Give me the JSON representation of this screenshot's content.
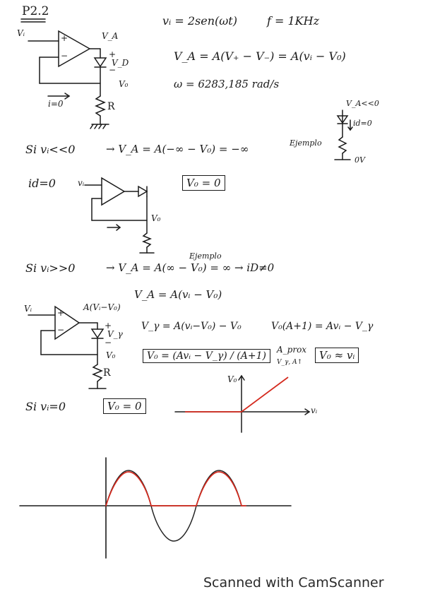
{
  "header": {
    "problem_label": "P2.2",
    "given_vi": "vᵢ = 2sen(ωt)",
    "given_f": "f = 1KHz",
    "eq_va": "V_A = A(V₊ − V₋) = A(vᵢ − V₀)",
    "eq_w": "ω = 6283,185 rad/s"
  },
  "circuit1": {
    "vi": "Vᵢ",
    "plus": "+",
    "minus": "−",
    "va": "V_A",
    "vd_plus": "+",
    "vd": "V_D",
    "vd_minus": "−",
    "vo": "V₀",
    "current": "i=0",
    "r": "R"
  },
  "side_note": {
    "cond": "V_A<<0",
    "id": "id=0",
    "gnd": "0V"
  },
  "case_neg": {
    "cond": "Si vᵢ<<0",
    "result": "→ V_A = A(−∞ − V₀) = −∞",
    "example": "Ejemplo",
    "id": "id=0",
    "vi": "vᵢ",
    "vo_small": "V₀",
    "boxed": "V₀ = 0"
  },
  "case_pos": {
    "example": "Ejemplo",
    "cond": "Si vᵢ>>0",
    "result": "→ V_A = A(∞ − V₀) = ∞ → iD≠0",
    "va_eq": "V_A = A(vᵢ − V₀)"
  },
  "circuit2": {
    "vi": "Vᵢ",
    "plus": "+",
    "minus": "−",
    "va": "A(Vᵢ−V₀)",
    "vg_plus": "+",
    "vg": "V_γ",
    "vg_minus": "−",
    "vo": "V₀",
    "r": "R"
  },
  "equations2": {
    "eq1": "V_γ = A(vᵢ−V₀) − V₀",
    "eq2": "V₀(A+1) = Avᵢ − V_γ",
    "boxed1": "V₀ = (Avᵢ − V_γ) / (A+1)",
    "approx": "A_prox",
    "approx_sub": "V_γ, A↑",
    "boxed2": "V₀ ≈ vᵢ"
  },
  "case_zero": {
    "cond": "Si vᵢ=0",
    "boxed": "V₀ = 0"
  },
  "transfer_plot": {
    "y_label": "V₀",
    "x_label": "vᵢ"
  },
  "colors": {
    "ink": "#1a1a1a",
    "red_curve": "#d42a1e",
    "sine": "#222222"
  },
  "footer": {
    "text": "Scanned with CamScanner"
  }
}
